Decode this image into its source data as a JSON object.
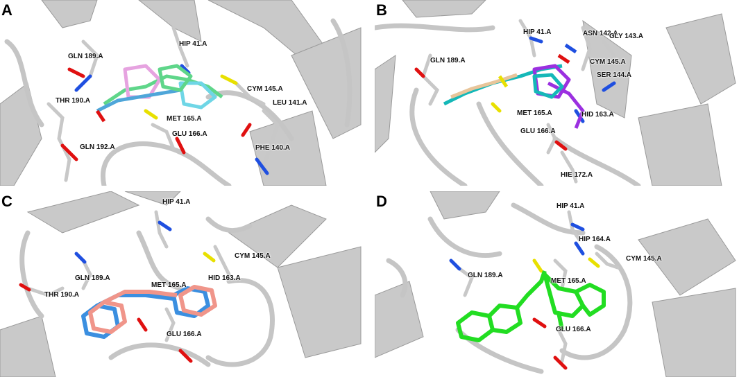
{
  "panels": [
    {
      "label": "A",
      "residues": [
        "HIP 41.A",
        "GLN 189.A",
        "THR 190.A",
        "MET 165.A",
        "GLU 166.A",
        "GLN 192.A",
        "CYM 145.A",
        "LEU 141.A",
        "PHE 140.A"
      ],
      "ligand_colors": [
        "#5fd68a",
        "#e6a3e0",
        "#4fa6d9",
        "#6fd6e6"
      ]
    },
    {
      "label": "B",
      "residues": [
        "HIP 41.A",
        "ASN 142.A",
        "GLY 143.A",
        "GLN 189.A",
        "CYM 145.A",
        "SER 144.A",
        "MET 165.A",
        "HID 163.A",
        "GLU 166.A",
        "HIE 172.A"
      ],
      "ligand_colors": [
        "#15b8b8",
        "#e8c59a",
        "#9b30e0"
      ]
    },
    {
      "label": "C",
      "residues": [
        "HIP 41.A",
        "CYM 145.A",
        "HID 163.A",
        "GLN 189.A",
        "MET 165.A",
        "THR 190.A",
        "GLU 166.A"
      ],
      "ligand_colors": [
        "#3b8fe0",
        "#f0958a"
      ]
    },
    {
      "label": "D",
      "residues": [
        "HIP 41.A",
        "HIP 164.A",
        "CYM 145.A",
        "GLN 189.A",
        "MET 165.A",
        "GLU 166.A"
      ],
      "ligand_colors": [
        "#22dd22"
      ]
    }
  ],
  "colors": {
    "protein": "#c8c8c8",
    "protein_dark": "#8f8f8f",
    "nitrogen": "#1f4fe0",
    "oxygen": "#e01010",
    "sulfur": "#e8e000",
    "hydrogen": "#ffffff"
  }
}
